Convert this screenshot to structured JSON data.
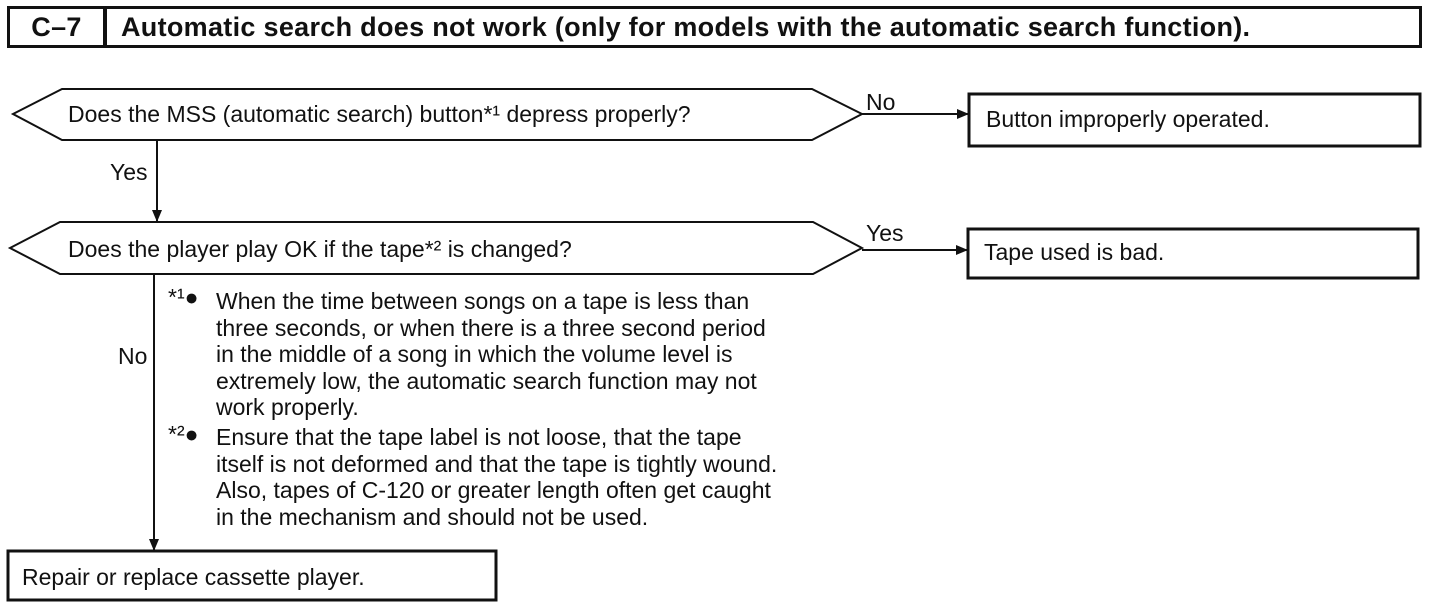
{
  "header": {
    "code": "C–7",
    "title": "Automatic search does not work (only for models with the automatic search function)."
  },
  "flow": {
    "decision1": {
      "question": "Does the MSS (automatic search) button*¹ depress properly?"
    },
    "decision1_no_label": "No",
    "decision1_yes_label": "Yes",
    "result1": "Button improperly operated.",
    "decision2": {
      "question": "Does the player play OK if the tape*² is changed?"
    },
    "decision2_yes_label": "Yes",
    "decision2_no_label": "No",
    "result2": "Tape used is bad.",
    "result3": "Repair or replace cassette player."
  },
  "notes": [
    {
      "marker": "*¹●",
      "lines": [
        "When the time between songs on a tape is less than",
        "three seconds, or when there is a three second period",
        "in the middle of a song in which the volume level is",
        "extremely low, the automatic search function may not",
        "work properly."
      ]
    },
    {
      "marker": "*²●",
      "lines": [
        "Ensure that the tape label is not loose, that the tape",
        "itself is not deformed and that the tape is tightly wound.",
        "Also, tapes of C-120 or greater length often get caught",
        "in the mechanism and should not be used."
      ]
    }
  ]
}
